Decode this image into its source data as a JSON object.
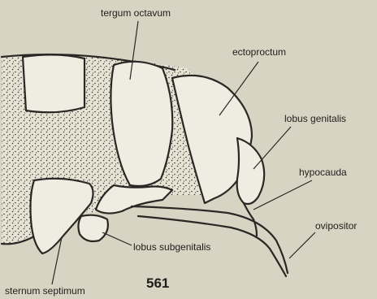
{
  "labels": {
    "tergum_octavum": "tergum octavum",
    "ectoproctum": "ectoproctum",
    "lobus_genitalis": "lobus genitalis",
    "hypocauda": "hypocauda",
    "ovipositor": "ovipositor",
    "lobus_subgenitalis": "lobus subgenitalis",
    "sternum_septimum": "sternum septimum"
  },
  "figure_number": "561",
  "colors": {
    "paper": "#d8d4c4",
    "ink": "#2a2825",
    "plate_fill": "#efece1"
  }
}
